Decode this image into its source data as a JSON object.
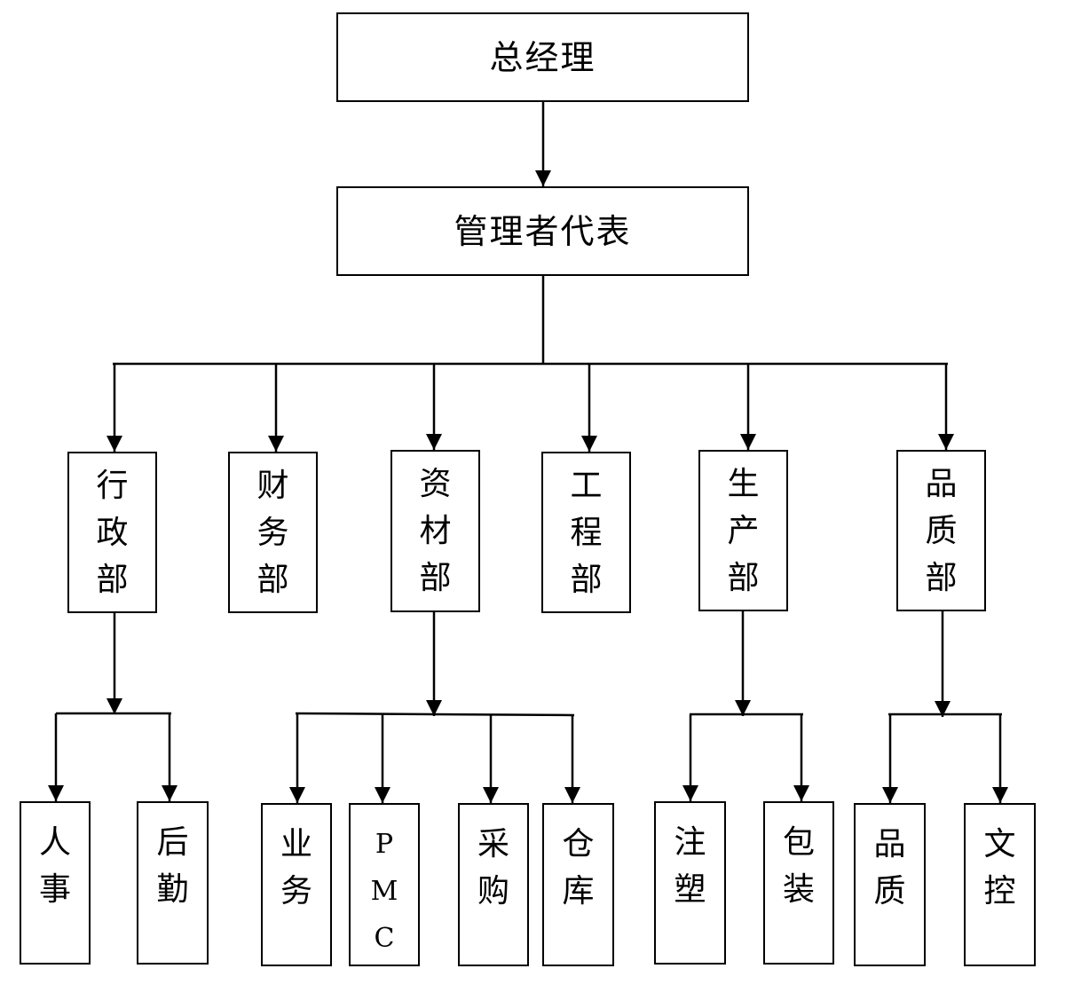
{
  "nodes": {
    "general_manager": "总经理",
    "management_rep": "管理者代表",
    "departments": {
      "admin": "行\n政\n部",
      "finance": "财\n务\n部",
      "materials": "资\n材\n部",
      "engineering": "工\n程\n部",
      "production": "生\n产\n部",
      "quality": "品\n质\n部"
    },
    "units": {
      "hr": "人\n事",
      "logistics": "后\n勤",
      "business": "业\n务",
      "pmc": "P\nM\nC",
      "purchasing": "采\n购",
      "warehouse": "仓\n库",
      "molding": "注\n塑",
      "packaging": "包\n装",
      "qc": "品\n质",
      "doc_control": "文\n控"
    }
  }
}
